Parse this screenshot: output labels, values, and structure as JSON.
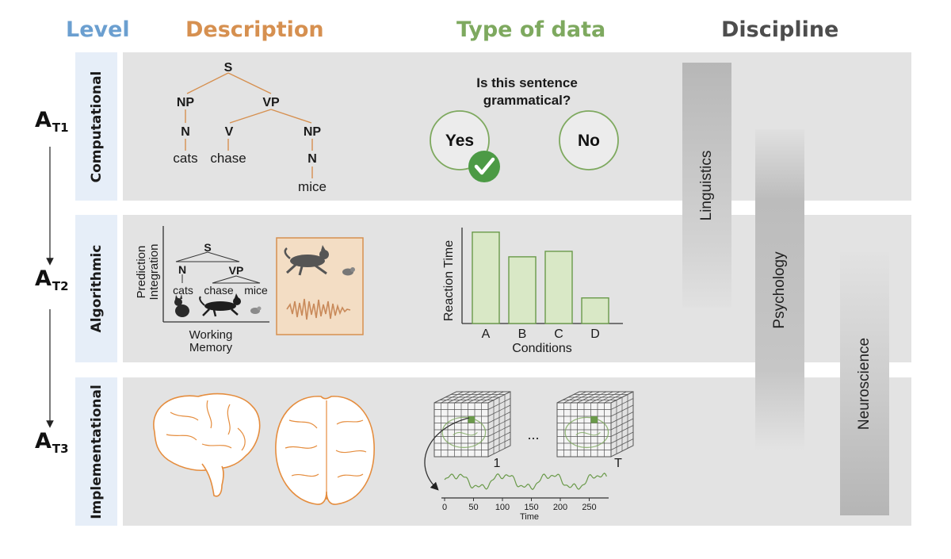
{
  "headers": {
    "level": "Level",
    "description": "Description",
    "type_of_data": "Type of data",
    "discipline": "Discipline"
  },
  "levels": [
    "Computational",
    "Algorithmic",
    "Implementational"
  ],
  "time_labels": [
    {
      "base": "A",
      "sub": "T1"
    },
    {
      "base": "A",
      "sub": "T2"
    },
    {
      "base": "A",
      "sub": "T3"
    }
  ],
  "disciplines": [
    "Linguistics",
    "Psychology",
    "Neuroscience"
  ],
  "parse_tree": {
    "root": "S",
    "np": "NP",
    "vp": "VP",
    "n": "N",
    "v": "V",
    "np2": "NP",
    "n2": "N",
    "words": [
      "cats",
      "chase",
      "mice"
    ]
  },
  "question": {
    "line1": "Is this sentence",
    "line2": "grammatical?",
    "yes": "Yes",
    "no": "No"
  },
  "algorithmic": {
    "y_label_1": "Prediction",
    "y_label_2": "Integration",
    "x_label_1": "Working",
    "x_label_2": "Memory",
    "tree": {
      "s": "S",
      "n": "N",
      "vp": "VP",
      "words": [
        "cats",
        "chase",
        "mice"
      ]
    }
  },
  "chart_data": {
    "type": "bar",
    "categories": [
      "A",
      "B",
      "C",
      "D"
    ],
    "values": [
      1.0,
      0.73,
      0.79,
      0.28
    ],
    "xlabel": "Conditions",
    "ylabel": "Reaction Time",
    "ylim": [
      0,
      1.05
    ],
    "colors": {
      "fill": "#d9e8c6",
      "stroke": "#6a9a4a"
    }
  },
  "implementational": {
    "volume_labels": [
      "1",
      "...",
      "T"
    ],
    "time_axis": {
      "label": "Time",
      "ticks": [
        "0",
        "50",
        "100",
        "150",
        "200",
        "250"
      ]
    }
  },
  "colors": {
    "level": "#6b9fd0",
    "description": "#d69050",
    "type_of_data": "#7ea95f",
    "discipline": "#4d4d4d",
    "check": "#4c9a45"
  }
}
